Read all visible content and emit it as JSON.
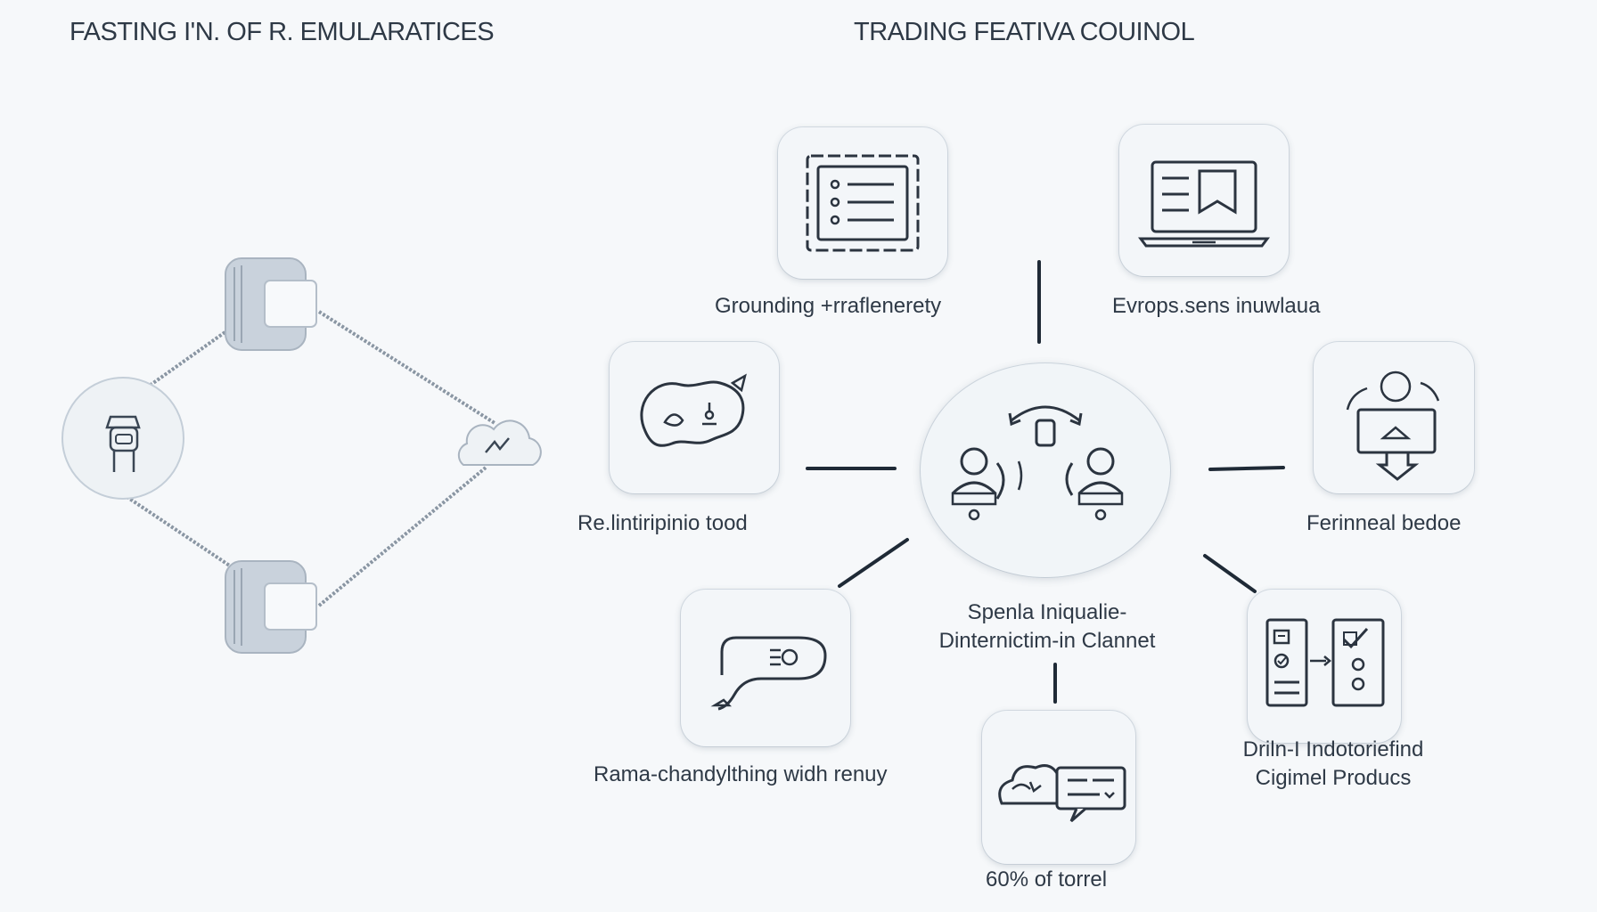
{
  "titles": {
    "left": "FASTING I'N. OF R. EMULARATICES",
    "right": "TRADING FEATIVA COUINOL"
  },
  "labels": {
    "grounding": "Grounding +rraflenerety",
    "evrops": "Evrops.sens inuwlaua",
    "relint": "Re.lintiripinio tood",
    "ferinneal": "Ferinneal bedoe",
    "spenla_line1": "Spenla Iniqualie-",
    "spenla_line2": "Dinternictim-in Clannet",
    "rama": "Rama-chandylthing widh renuy",
    "driln_line1": "Driln-I Indotoriefind",
    "driln_line2": "Cigimel Producs",
    "torrel": "60% of torrel"
  },
  "icons": {
    "left_network": [
      "server-icon",
      "server-icon",
      "robot-icon",
      "cloud-icon"
    ],
    "right_nodes": [
      "checklist-window-icon",
      "laptop-icon",
      "map-icon",
      "monitor-download-icon",
      "team-exchange-icon",
      "chat-bubble-icon",
      "cloud-message-icon",
      "checklist-transfer-icon"
    ]
  },
  "colors": {
    "background": "#f6f8fa",
    "ink": "#2e3946",
    "line": "#1f2a36",
    "node_fill": "#f3f6f9",
    "server_fill": "#c9d2dc"
  }
}
